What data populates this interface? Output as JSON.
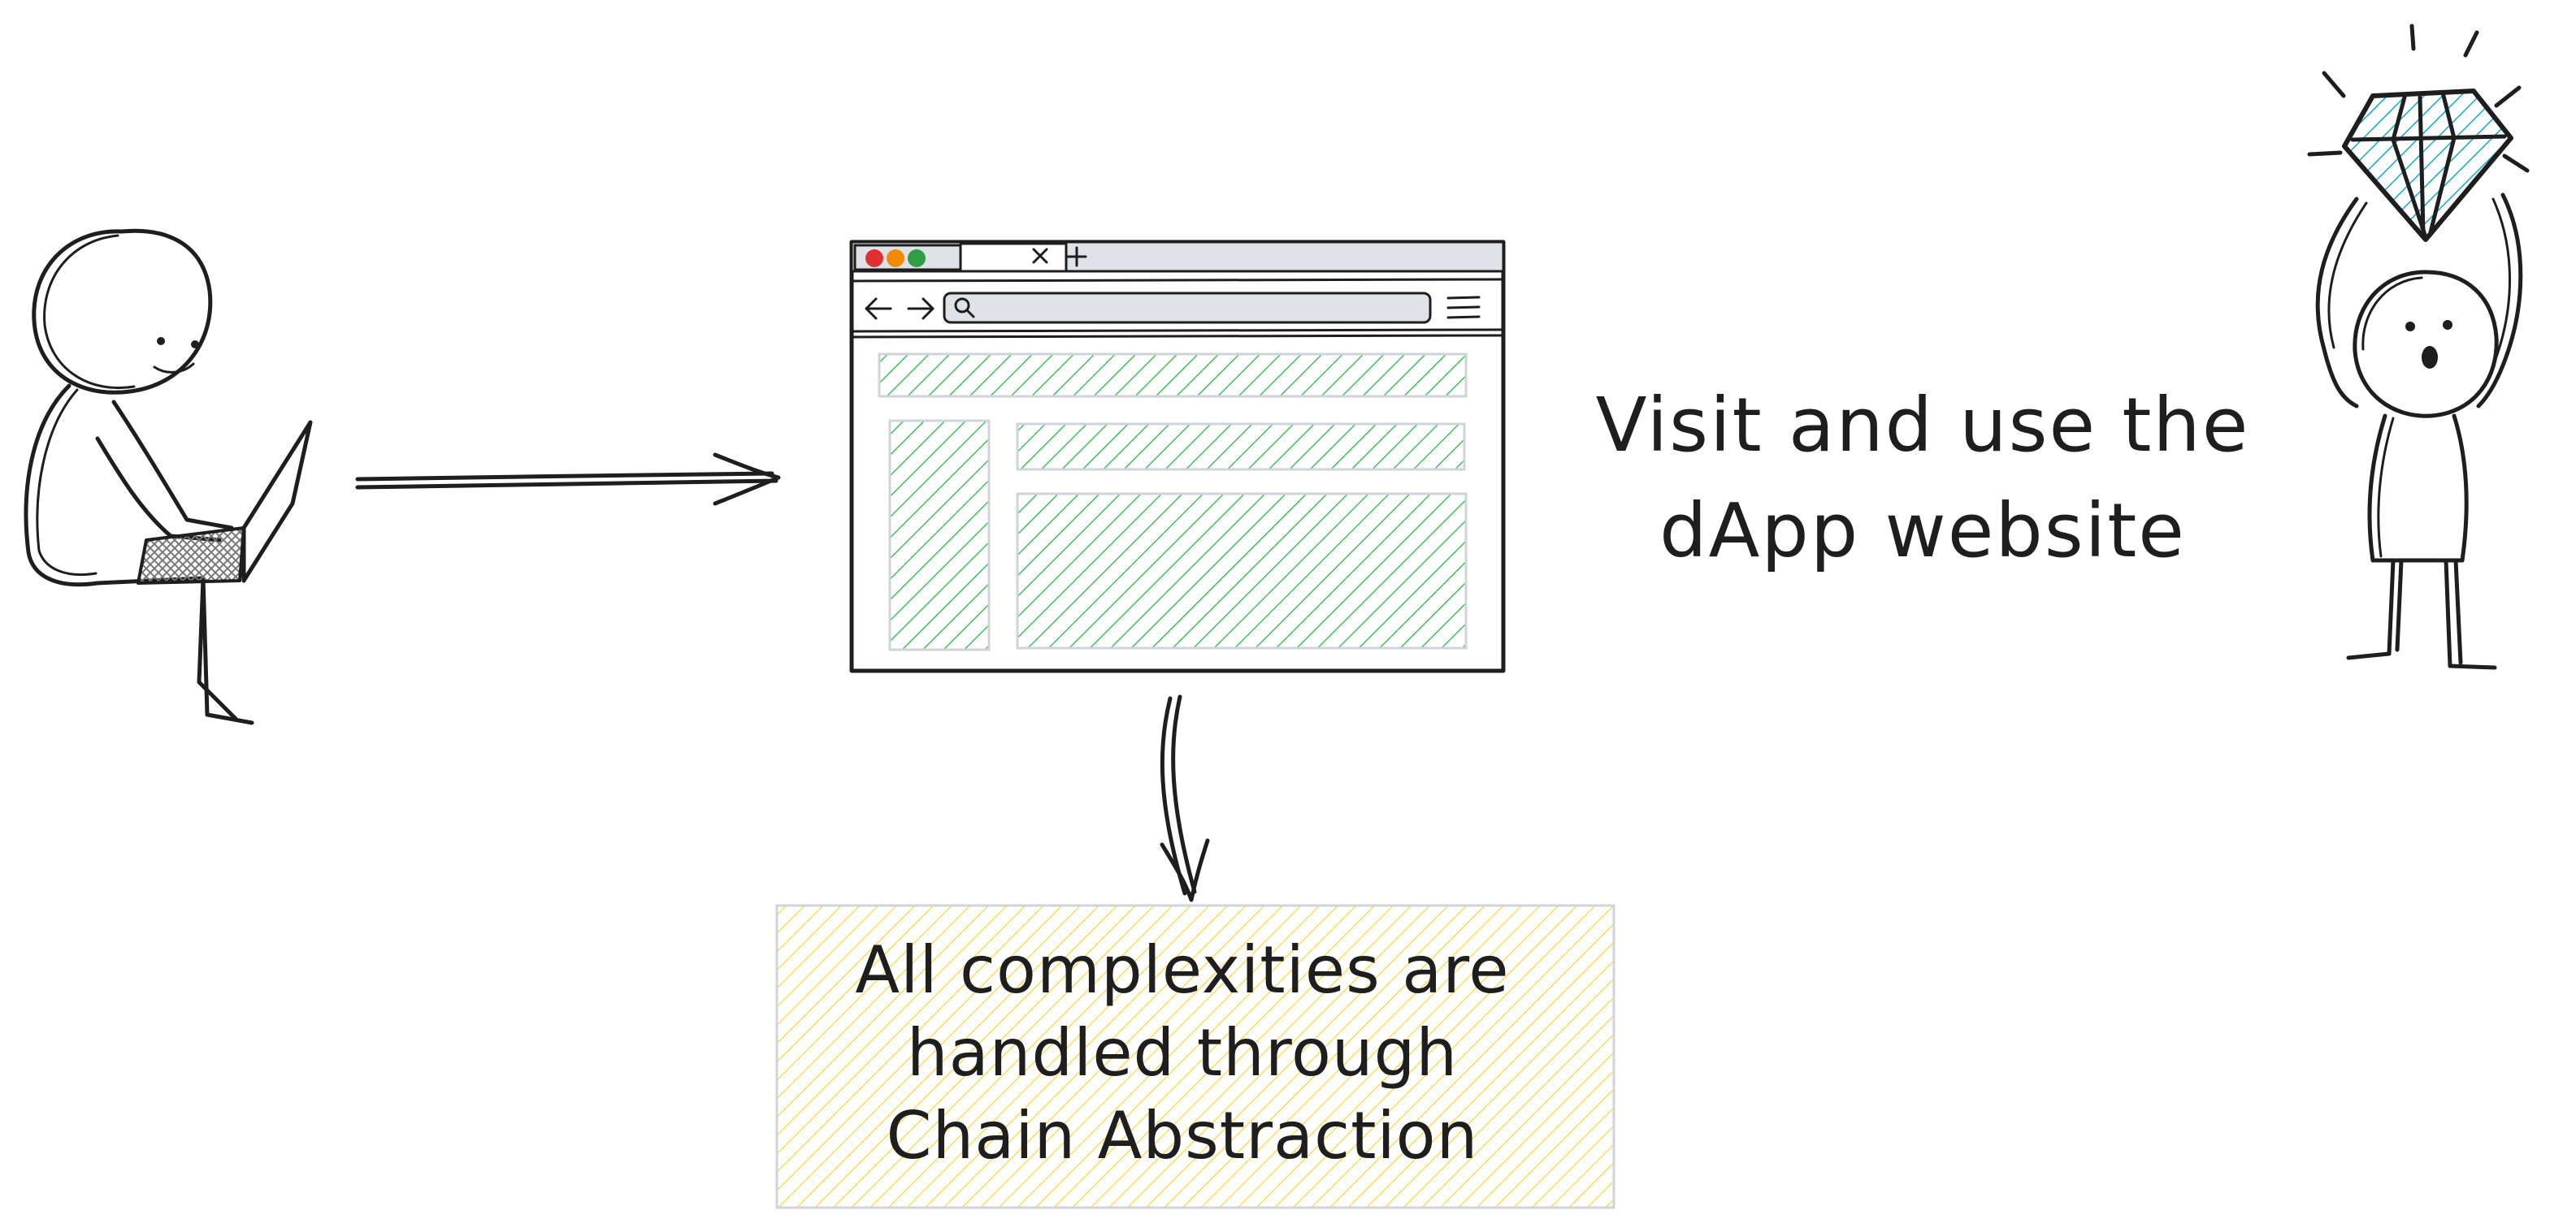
{
  "diagram": {
    "caption_lines": [
      "Visit and use the",
      "dApp website"
    ],
    "result_box_lines": [
      "All complexities are",
      "handled through",
      "Chain Abstraction"
    ]
  },
  "icons": {
    "user": "person-with-laptop-icon",
    "browser": "browser-window-icon",
    "happy_user": "person-holding-diamond-icon"
  },
  "colors": {
    "ink": "#1e1e1e",
    "browser_hatch": "#40c057",
    "box_hatch": "#ffd43b",
    "diamond_hatch": "#15aabf",
    "dot_red": "#e03131",
    "dot_orange": "#f08c00",
    "dot_green": "#2f9e44"
  }
}
